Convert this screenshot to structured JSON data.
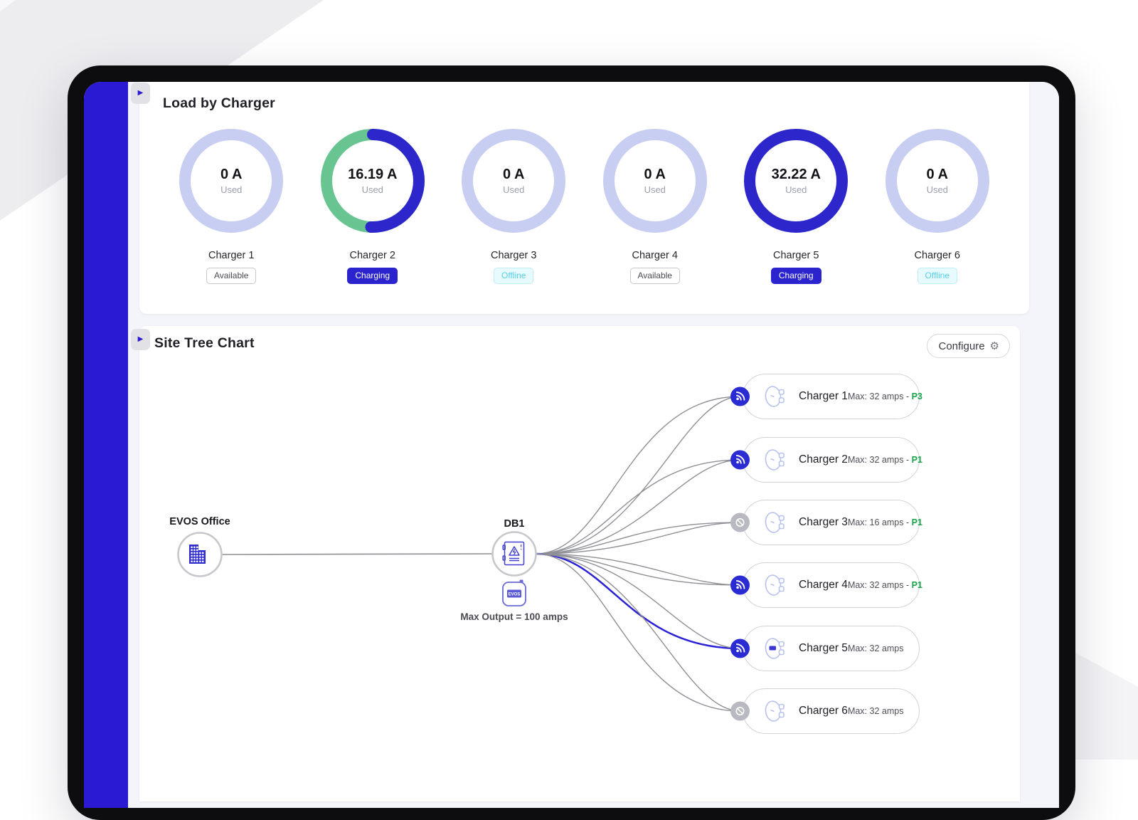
{
  "colors": {
    "accent_indigo": "#2a1ad4",
    "donut_blue": "#2d27cb",
    "donut_track": "#c8cdf2",
    "donut_green": "#68c591",
    "priority_green": "#16a34a",
    "offline_badge_text": "#58cfe4",
    "line_gray": "#8f9095",
    "active_line_blue": "#2b22d6"
  },
  "load_by_charger": {
    "title": "Load by Charger",
    "collapse_icon": "▶",
    "chargers": [
      {
        "name": "Charger 1",
        "used_display": "0 A",
        "used_amps": 0,
        "unit": "A",
        "caption": "Used",
        "status": "Available",
        "ring": "idle",
        "pct": 0
      },
      {
        "name": "Charger 2",
        "used_display": "16.19 A",
        "used_amps": 16.19,
        "unit": "A",
        "caption": "Used",
        "status": "Charging",
        "ring": "split",
        "pct": 50.6
      },
      {
        "name": "Charger 3",
        "used_display": "0 A",
        "used_amps": 0,
        "unit": "A",
        "caption": "Used",
        "status": "Offline",
        "ring": "idle",
        "pct": 0
      },
      {
        "name": "Charger 4",
        "used_display": "0 A",
        "used_amps": 0,
        "unit": "A",
        "caption": "Used",
        "status": "Available",
        "ring": "idle",
        "pct": 0
      },
      {
        "name": "Charger 5",
        "used_display": "32.22 A",
        "used_amps": 32.22,
        "unit": "A",
        "caption": "Used",
        "status": "Charging",
        "ring": "full",
        "pct": 100
      },
      {
        "name": "Charger 6",
        "used_display": "0 A",
        "used_amps": 0,
        "unit": "A",
        "caption": "Used",
        "status": "Offline",
        "ring": "idle",
        "pct": 0
      }
    ]
  },
  "site_tree": {
    "title": "Site Tree Chart",
    "collapse_icon": "▶",
    "configure_label": "Configure",
    "configure_icon": "⚙",
    "root": {
      "name": "EVOS Office"
    },
    "distribution": {
      "name": "DB1",
      "box_label": "EVOS",
      "max_output": "Max Output = 100 amps"
    },
    "chargers": [
      {
        "name": "Charger 1",
        "max_label": "Max: 32 amps",
        "priority": "P3",
        "online": true,
        "charging": false
      },
      {
        "name": "Charger 2",
        "max_label": "Max: 32 amps",
        "priority": "P1",
        "online": true,
        "charging": false
      },
      {
        "name": "Charger 3",
        "max_label": "Max: 16 amps",
        "priority": "P1",
        "online": false,
        "charging": false
      },
      {
        "name": "Charger 4",
        "max_label": "Max: 32 amps",
        "priority": "P1",
        "online": true,
        "charging": false
      },
      {
        "name": "Charger 5",
        "max_label": "Max: 32 amps",
        "priority": "",
        "online": true,
        "charging": true
      },
      {
        "name": "Charger 6",
        "max_label": "Max: 32 amps",
        "priority": "",
        "online": false,
        "charging": false
      }
    ]
  }
}
